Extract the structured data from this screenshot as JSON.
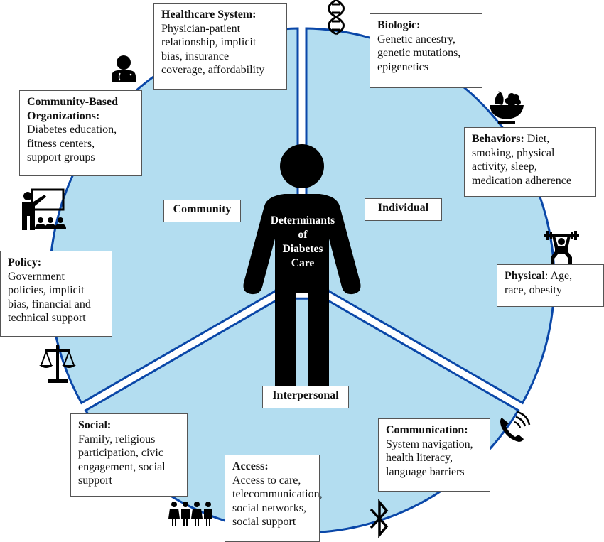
{
  "title": {
    "line1": "Determinants",
    "line2": "of",
    "line3": "Diabetes",
    "line4": "Care"
  },
  "colors": {
    "circle_fill": "#b3ddf0",
    "circle_stroke": "#0a47a8",
    "figure": "#000000"
  },
  "sectors": {
    "community": "Community",
    "individual": "Individual",
    "interpersonal": "Interpersonal"
  },
  "determinants": {
    "healthcare": {
      "heading": "Healthcare System:",
      "lines": [
        "Physician-patient",
        "relationship, implicit",
        "bias, insurance",
        "coverage, affordability"
      ],
      "icon": "doctor-icon"
    },
    "biologic": {
      "heading": "Biologic:",
      "lines": [
        "Genetic ancestry,",
        "genetic mutations,",
        "epigenetics"
      ],
      "icon": "dna-icon"
    },
    "community_orgs": {
      "heading1": "Community-Based",
      "heading2": "Organizations:",
      "lines": [
        "Diabetes education,",
        "fitness centers,",
        "support groups"
      ],
      "icon": "teacher-icon"
    },
    "behaviors": {
      "heading": "Behaviors:",
      "first": " Diet,",
      "lines": [
        "smoking, physical",
        "activity, sleep,",
        "medication adherence"
      ],
      "icon": "fruit-bowl-icon"
    },
    "policy": {
      "heading": "Policy:",
      "lines": [
        "Government",
        "policies, implicit",
        "bias, financial and",
        "technical support"
      ],
      "icon": "scales-icon"
    },
    "physical": {
      "heading": "Physical",
      "first": ": Age,",
      "lines": [
        "race, obesity"
      ],
      "icon": "weightlifter-icon"
    },
    "social": {
      "heading": "Social:",
      "lines": [
        "Family, religious",
        "participation, civic",
        "engagement, social",
        "support"
      ],
      "icon": "family-icon"
    },
    "access": {
      "heading": "Access:",
      "lines": [
        "Access to care,",
        "telecommunication,",
        "social networks,",
        "social support"
      ],
      "icon": "bluetooth-icon"
    },
    "communication": {
      "heading": "Communication:",
      "lines": [
        "System navigation,",
        "health literacy,",
        "language barriers"
      ],
      "icon": "phone-icon"
    }
  }
}
